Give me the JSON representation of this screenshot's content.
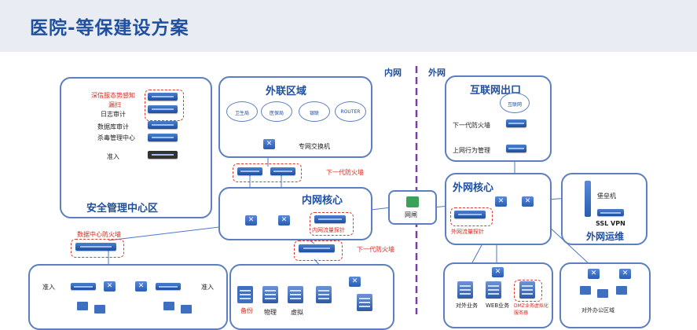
{
  "title": "医院-等保建设方案",
  "zones": {
    "inner": "内网",
    "outer": "外网"
  },
  "boxes": {
    "security_center": {
      "title": "安全管理中心区",
      "items": [
        "深信服态势感知",
        "漏扫",
        "日志审计",
        "数据库审计",
        "杀毒管理中心",
        "准入"
      ]
    },
    "external_zone": {
      "title": "外联区域",
      "clouds": [
        "卫生局",
        "医保局",
        "银联",
        "ROUTER"
      ],
      "switch_label": "专网交换机"
    },
    "internal_core": {
      "title": "内网核心",
      "probe_label": "内网流量探针"
    },
    "internet_exit": {
      "title": "互联网出口",
      "cloud": "互联网",
      "fw_label": "下一代防火墙",
      "behavior_label": "上网行为管理"
    },
    "external_core": {
      "title": "外网核心",
      "probe_label": "外网流量探针"
    },
    "external_ops": {
      "title": "外网运维",
      "bastion": "堡垒机",
      "vpn": "SSL VPN"
    },
    "access": {
      "left_label": "准入",
      "right_label": "准入"
    },
    "dc_zone": {
      "labels": [
        "备份",
        "物理",
        "虚拟"
      ]
    },
    "dmz_zone": {
      "labels": [
        "对外业务",
        "WEB业务",
        "DMZ业务虚拟化服务器"
      ]
    },
    "office_zone": {
      "label": "对外办公区域"
    }
  },
  "annotations": {
    "ngfw_top": "下一代防火墙",
    "ngfw_mid": "下一代防火墙",
    "dc_firewall": "数据中心防火墙",
    "gatekeeper": "网闸"
  },
  "colors": {
    "brand": "#1f4fa0",
    "border": "#5b7fc0",
    "alert": "#e03a30",
    "divider": "#7b3fa0"
  }
}
